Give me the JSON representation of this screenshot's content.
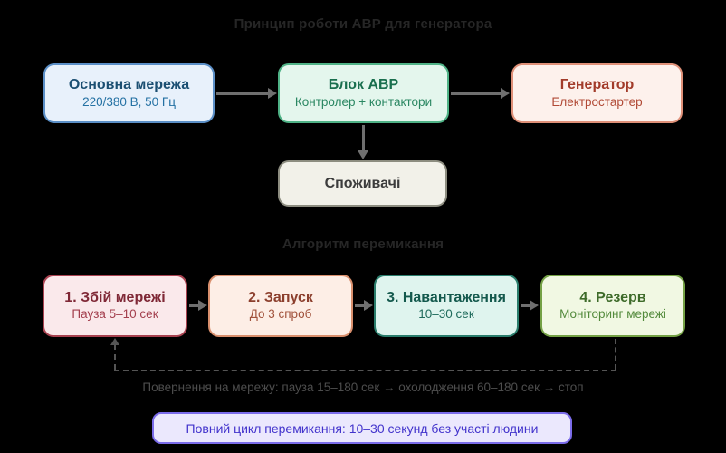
{
  "page": {
    "title": "Принцип роботи АВР для генератора",
    "section_title": "Алгоритм перемикання",
    "background_color": "#000000",
    "title_color": "#262626"
  },
  "diagram": {
    "top_row": [
      {
        "title": "Основна мережа",
        "subtitle": "220/380 В, 50 Гц",
        "fill": "#e8f1fb",
        "border": "#5b8fc7",
        "text": "#1b4f72"
      },
      {
        "title": "Блок АВР",
        "subtitle": "Контролер + контактори",
        "fill": "#e4f6ed",
        "border": "#4fb286",
        "text": "#196f4e"
      },
      {
        "title": "Генератор",
        "subtitle": "Електростартер",
        "fill": "#fdf1ec",
        "border": "#df9078",
        "text": "#a23b2a"
      }
    ],
    "consumers": {
      "title": "Споживачі",
      "fill": "#f2f1e9",
      "border": "#8d8d80",
      "text": "#3c3c3c"
    },
    "steps": [
      {
        "title": "1. Збій мережі",
        "subtitle": "Пауза 5–10 сек",
        "fill": "#fae9eb",
        "border": "#a84250",
        "text": "#7f2836"
      },
      {
        "title": "2. Запуск",
        "subtitle": "До 3 спроб",
        "fill": "#fdeee6",
        "border": "#d98f6d",
        "text": "#8c3f2d"
      },
      {
        "title": "3. Навантаження",
        "subtitle": "10–30 сек",
        "fill": "#dff4ee",
        "border": "#2a7d6c",
        "text": "#14594d"
      },
      {
        "title": "4. Резерв",
        "subtitle": "Моніторинг мережі",
        "fill": "#f1f8e3",
        "border": "#74a145",
        "text": "#3e6b2a"
      }
    ],
    "return_note": "Повернення на мережу: пауза 15–180 сек → охолодження 60–180 сек → стоп",
    "cycle_note": {
      "text": "Повний цикл перемикання: 10–30 секунд без участі людини",
      "fill": "#ebe8fd",
      "border": "#7b6cea",
      "text_color": "#4233cc"
    },
    "arrow_color": "#6f6f6f",
    "dashed_color": "#555555"
  }
}
